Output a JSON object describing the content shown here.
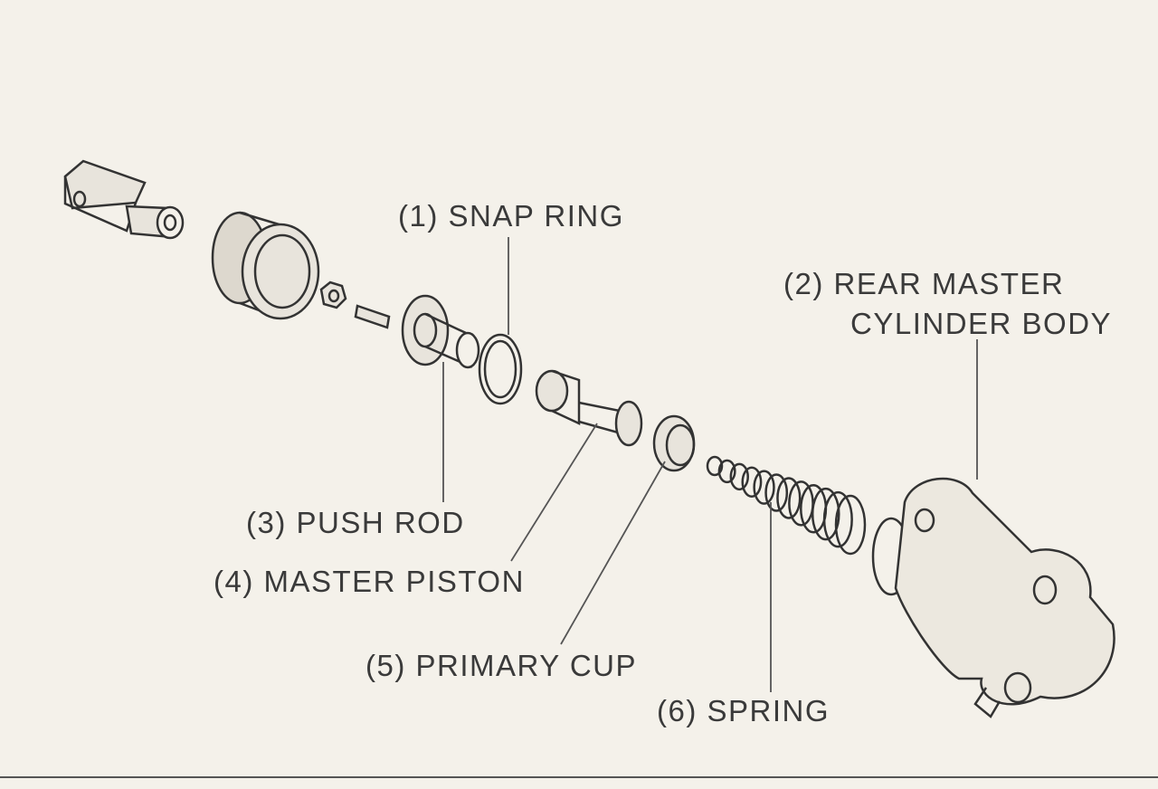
{
  "labels": {
    "snap_ring": "(1)  SNAP RING",
    "body_line1": "(2)  REAR MASTER",
    "body_line2": "CYLINDER BODY",
    "push_rod": "(3)  PUSH ROD",
    "master_piston": "(4)  MASTER PISTON",
    "primary_cup": "(5)  PRIMARY CUP",
    "spring": "(6)  SPRING"
  }
}
